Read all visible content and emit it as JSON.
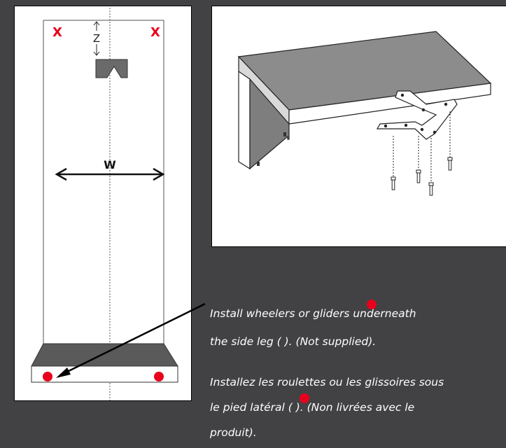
{
  "left_diagram": {
    "corner_mark_left": "X",
    "corner_mark_right": "X",
    "z_label": "Z",
    "w_label": "W"
  },
  "instructions": {
    "en_line1": "Install wheelers or gliders underneath",
    "en_line2": "the side leg (   ). (Not supplied).",
    "fr_line1": "Installez les roulettes ou les glissoires sous",
    "fr_line2": "le pied latéral (       ). (Non livrées avec le",
    "fr_line3": "produit)."
  },
  "colors": {
    "background": "#424244",
    "accent_red": "#e8001c",
    "leg_dark": "#5a5a5a"
  }
}
